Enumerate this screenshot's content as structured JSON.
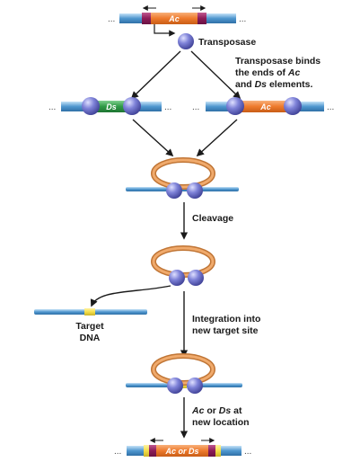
{
  "elements": {
    "ac": "Ac",
    "ds": "Ds",
    "ac_or_ds": "Ac or Ds"
  },
  "labels": {
    "transposase": "Transposase",
    "binds_line1": "Transposase binds",
    "binds_line2_prefix": "the ends of ",
    "binds_line2_ac": "Ac",
    "binds_line3_prefix": "and ",
    "binds_line3_ds": "Ds",
    "binds_line3_suffix": " elements.",
    "cleavage": "Cleavage",
    "target_line1": "Target",
    "target_line2": "DNA",
    "integration_line1": "Integration into",
    "integration_line2": "new target site",
    "new_loc_ac": "Ac",
    "new_loc_or": " or ",
    "new_loc_ds": "Ds",
    "new_loc_at": " at",
    "new_loc_line2": "new location"
  },
  "ellipsis": "...",
  "colors": {
    "dna": "#4f97cf",
    "dna_light": "#a7d0ee",
    "ac_element": "#ee7a2c",
    "ds_element": "#2f9a46",
    "element_end": "#8c1c58",
    "target_site": "#f3de4a",
    "transposase": "#6f72cc",
    "loop": "#e59a5b",
    "arrow": "#1a1a1a"
  }
}
